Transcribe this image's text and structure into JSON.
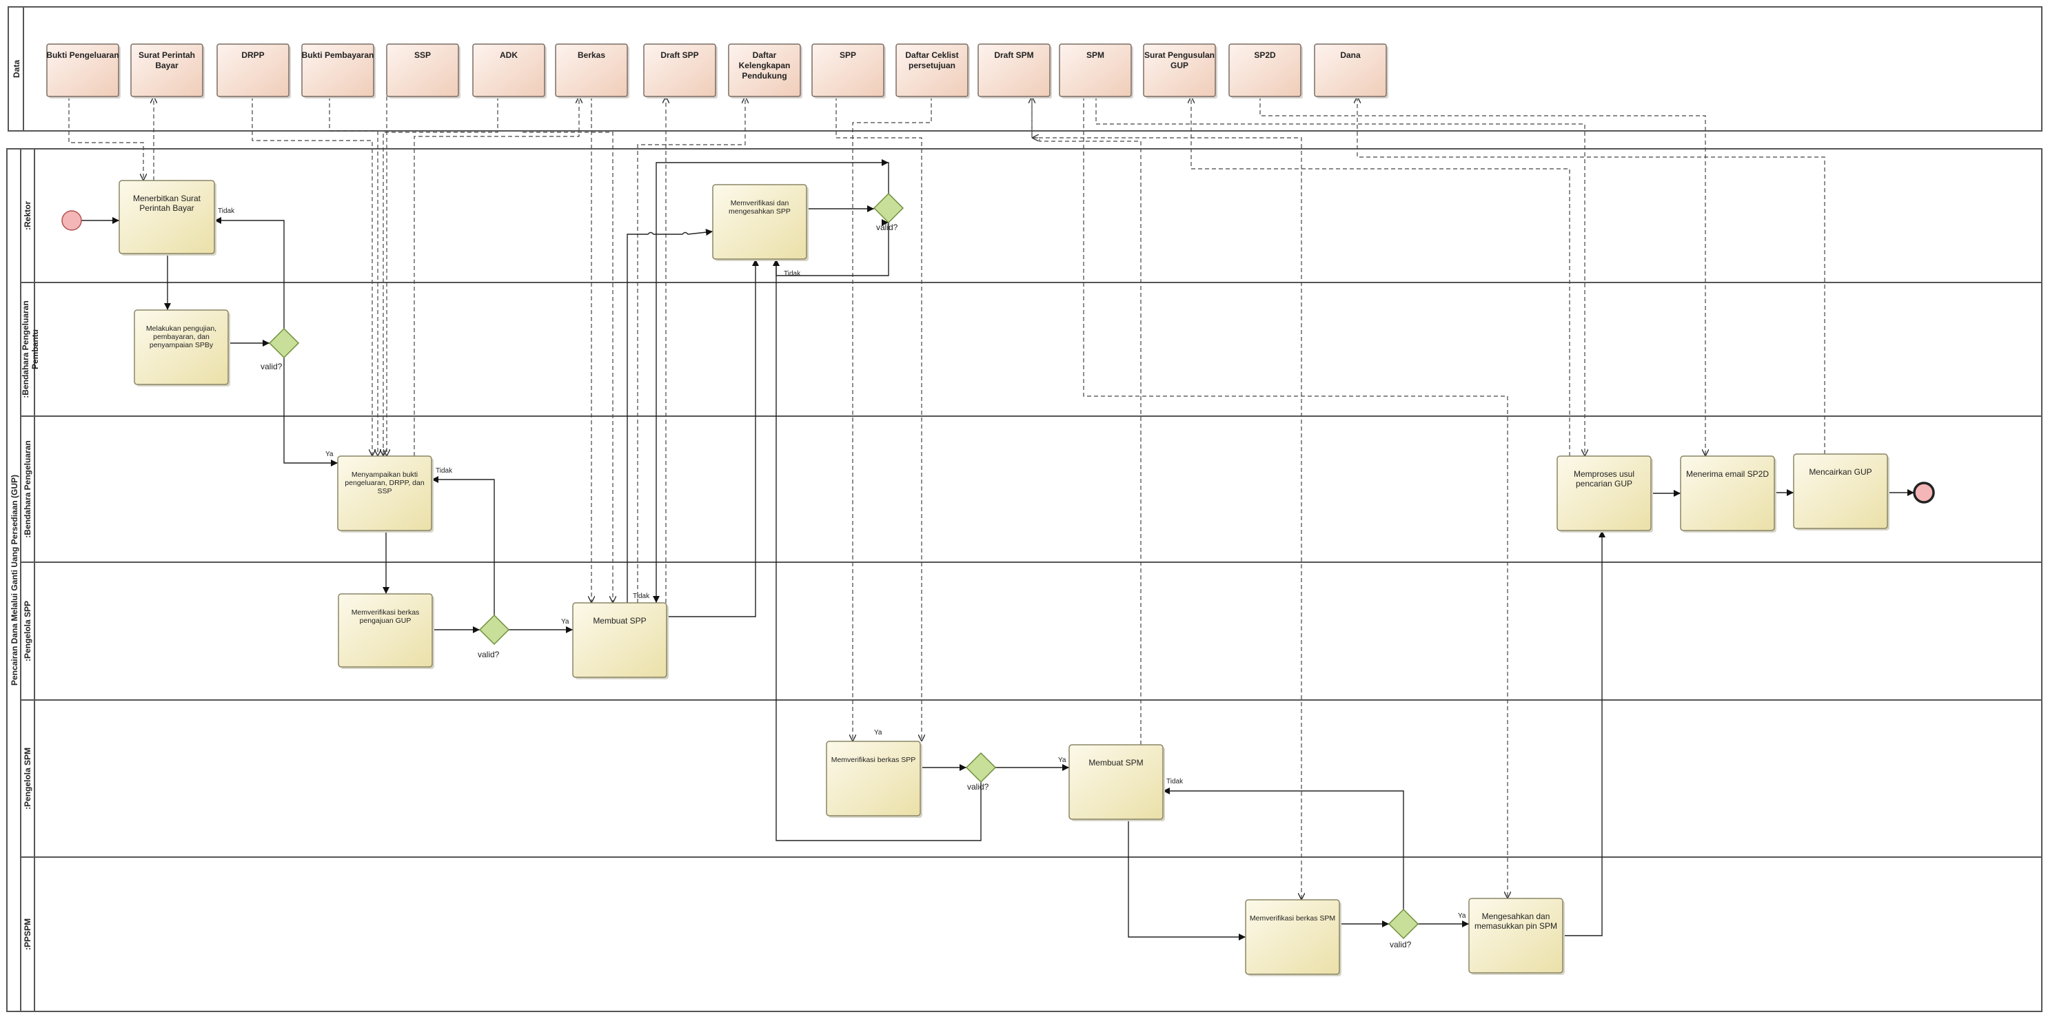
{
  "data_lane": {
    "label": "Data"
  },
  "pool": {
    "label": "Pencairan Dana Melalui Ganti Uang Persediaan (GUP)"
  },
  "lanes": [
    {
      "id": "rektor",
      "label": ":Rektor"
    },
    {
      "id": "bpp",
      "label": ":Bendahara Pengeluaran Pembantu"
    },
    {
      "id": "bp",
      "label": ":Bendahara Pengeluaran"
    },
    {
      "id": "pspp",
      "label": ":Pengelola SPP"
    },
    {
      "id": "pspm",
      "label": ":Pengelola SPM"
    },
    {
      "id": "ppspm",
      "label": ":PPSPM"
    }
  ],
  "data_objects": [
    {
      "id": "d1",
      "lines": [
        "Bukti Pengeluaran"
      ]
    },
    {
      "id": "d2",
      "lines": [
        "Surat Perintah",
        "Bayar"
      ]
    },
    {
      "id": "d3",
      "lines": [
        "DRPP"
      ]
    },
    {
      "id": "d4",
      "lines": [
        "Bukti Pembayaran"
      ]
    },
    {
      "id": "d5",
      "lines": [
        "SSP"
      ]
    },
    {
      "id": "d6",
      "lines": [
        "ADK"
      ]
    },
    {
      "id": "d7",
      "lines": [
        "Berkas"
      ]
    },
    {
      "id": "d8",
      "lines": [
        "Draft SPP"
      ]
    },
    {
      "id": "d9",
      "lines": [
        "Daftar",
        "Kelengkapan",
        "Pendukung"
      ]
    },
    {
      "id": "d10",
      "lines": [
        "SPP"
      ]
    },
    {
      "id": "d11",
      "lines": [
        "Daftar Ceklist",
        "persetujuan"
      ]
    },
    {
      "id": "d12",
      "lines": [
        "Draft SPM"
      ]
    },
    {
      "id": "d13",
      "lines": [
        "SPM"
      ]
    },
    {
      "id": "d14",
      "lines": [
        "Surat Pengusulan",
        "GUP"
      ]
    },
    {
      "id": "d15",
      "lines": [
        "SP2D"
      ]
    },
    {
      "id": "d16",
      "lines": [
        "Dana"
      ]
    }
  ],
  "tasks": [
    {
      "id": "t1",
      "lines": [
        "Menerbitkan Surat",
        "Perintah Bayar"
      ]
    },
    {
      "id": "t2",
      "lines": [
        "Melakukan pengujian,",
        "pembayaran, dan",
        "penyampaian SPBy"
      ]
    },
    {
      "id": "t3",
      "lines": [
        "Menyampaikan bukti",
        "pengeluaran, DRPP, dan",
        "SSP"
      ]
    },
    {
      "id": "t4",
      "lines": [
        "Memverifikasi berkas",
        "pengajuan GUP"
      ]
    },
    {
      "id": "t5",
      "lines": [
        "Membuat SPP"
      ]
    },
    {
      "id": "t6",
      "lines": [
        "Memverifikasi dan",
        "mengesahkan SPP"
      ]
    },
    {
      "id": "t7",
      "lines": [
        "Memverifikasi berkas SPP"
      ]
    },
    {
      "id": "t8",
      "lines": [
        "Membuat SPM"
      ]
    },
    {
      "id": "t9",
      "lines": [
        "Memverifikasi berkas SPM"
      ]
    },
    {
      "id": "t10",
      "lines": [
        "Mengesahkan dan",
        "memasukkan pin SPM"
      ]
    },
    {
      "id": "t11",
      "lines": [
        "Memproses usul",
        "pencarian GUP"
      ]
    },
    {
      "id": "t12",
      "lines": [
        "Menerima email SP2D"
      ]
    },
    {
      "id": "t13",
      "lines": [
        "Mencairkan GUP"
      ]
    }
  ],
  "gateways": [
    {
      "id": "g1",
      "label": "valid?"
    },
    {
      "id": "g2",
      "label": "valid?"
    },
    {
      "id": "g3",
      "label": "valid?"
    },
    {
      "id": "g4",
      "label": "valid?"
    },
    {
      "id": "g5",
      "label": "valid?"
    }
  ],
  "edge_labels": {
    "yes": "Ya",
    "no": "Tidak"
  },
  "colors": {
    "task_fill": "#f5efcc",
    "data_fill": "#f6ddd0",
    "gateway_fill": "#c8df9a",
    "event_fill": "#f4b6b6"
  }
}
